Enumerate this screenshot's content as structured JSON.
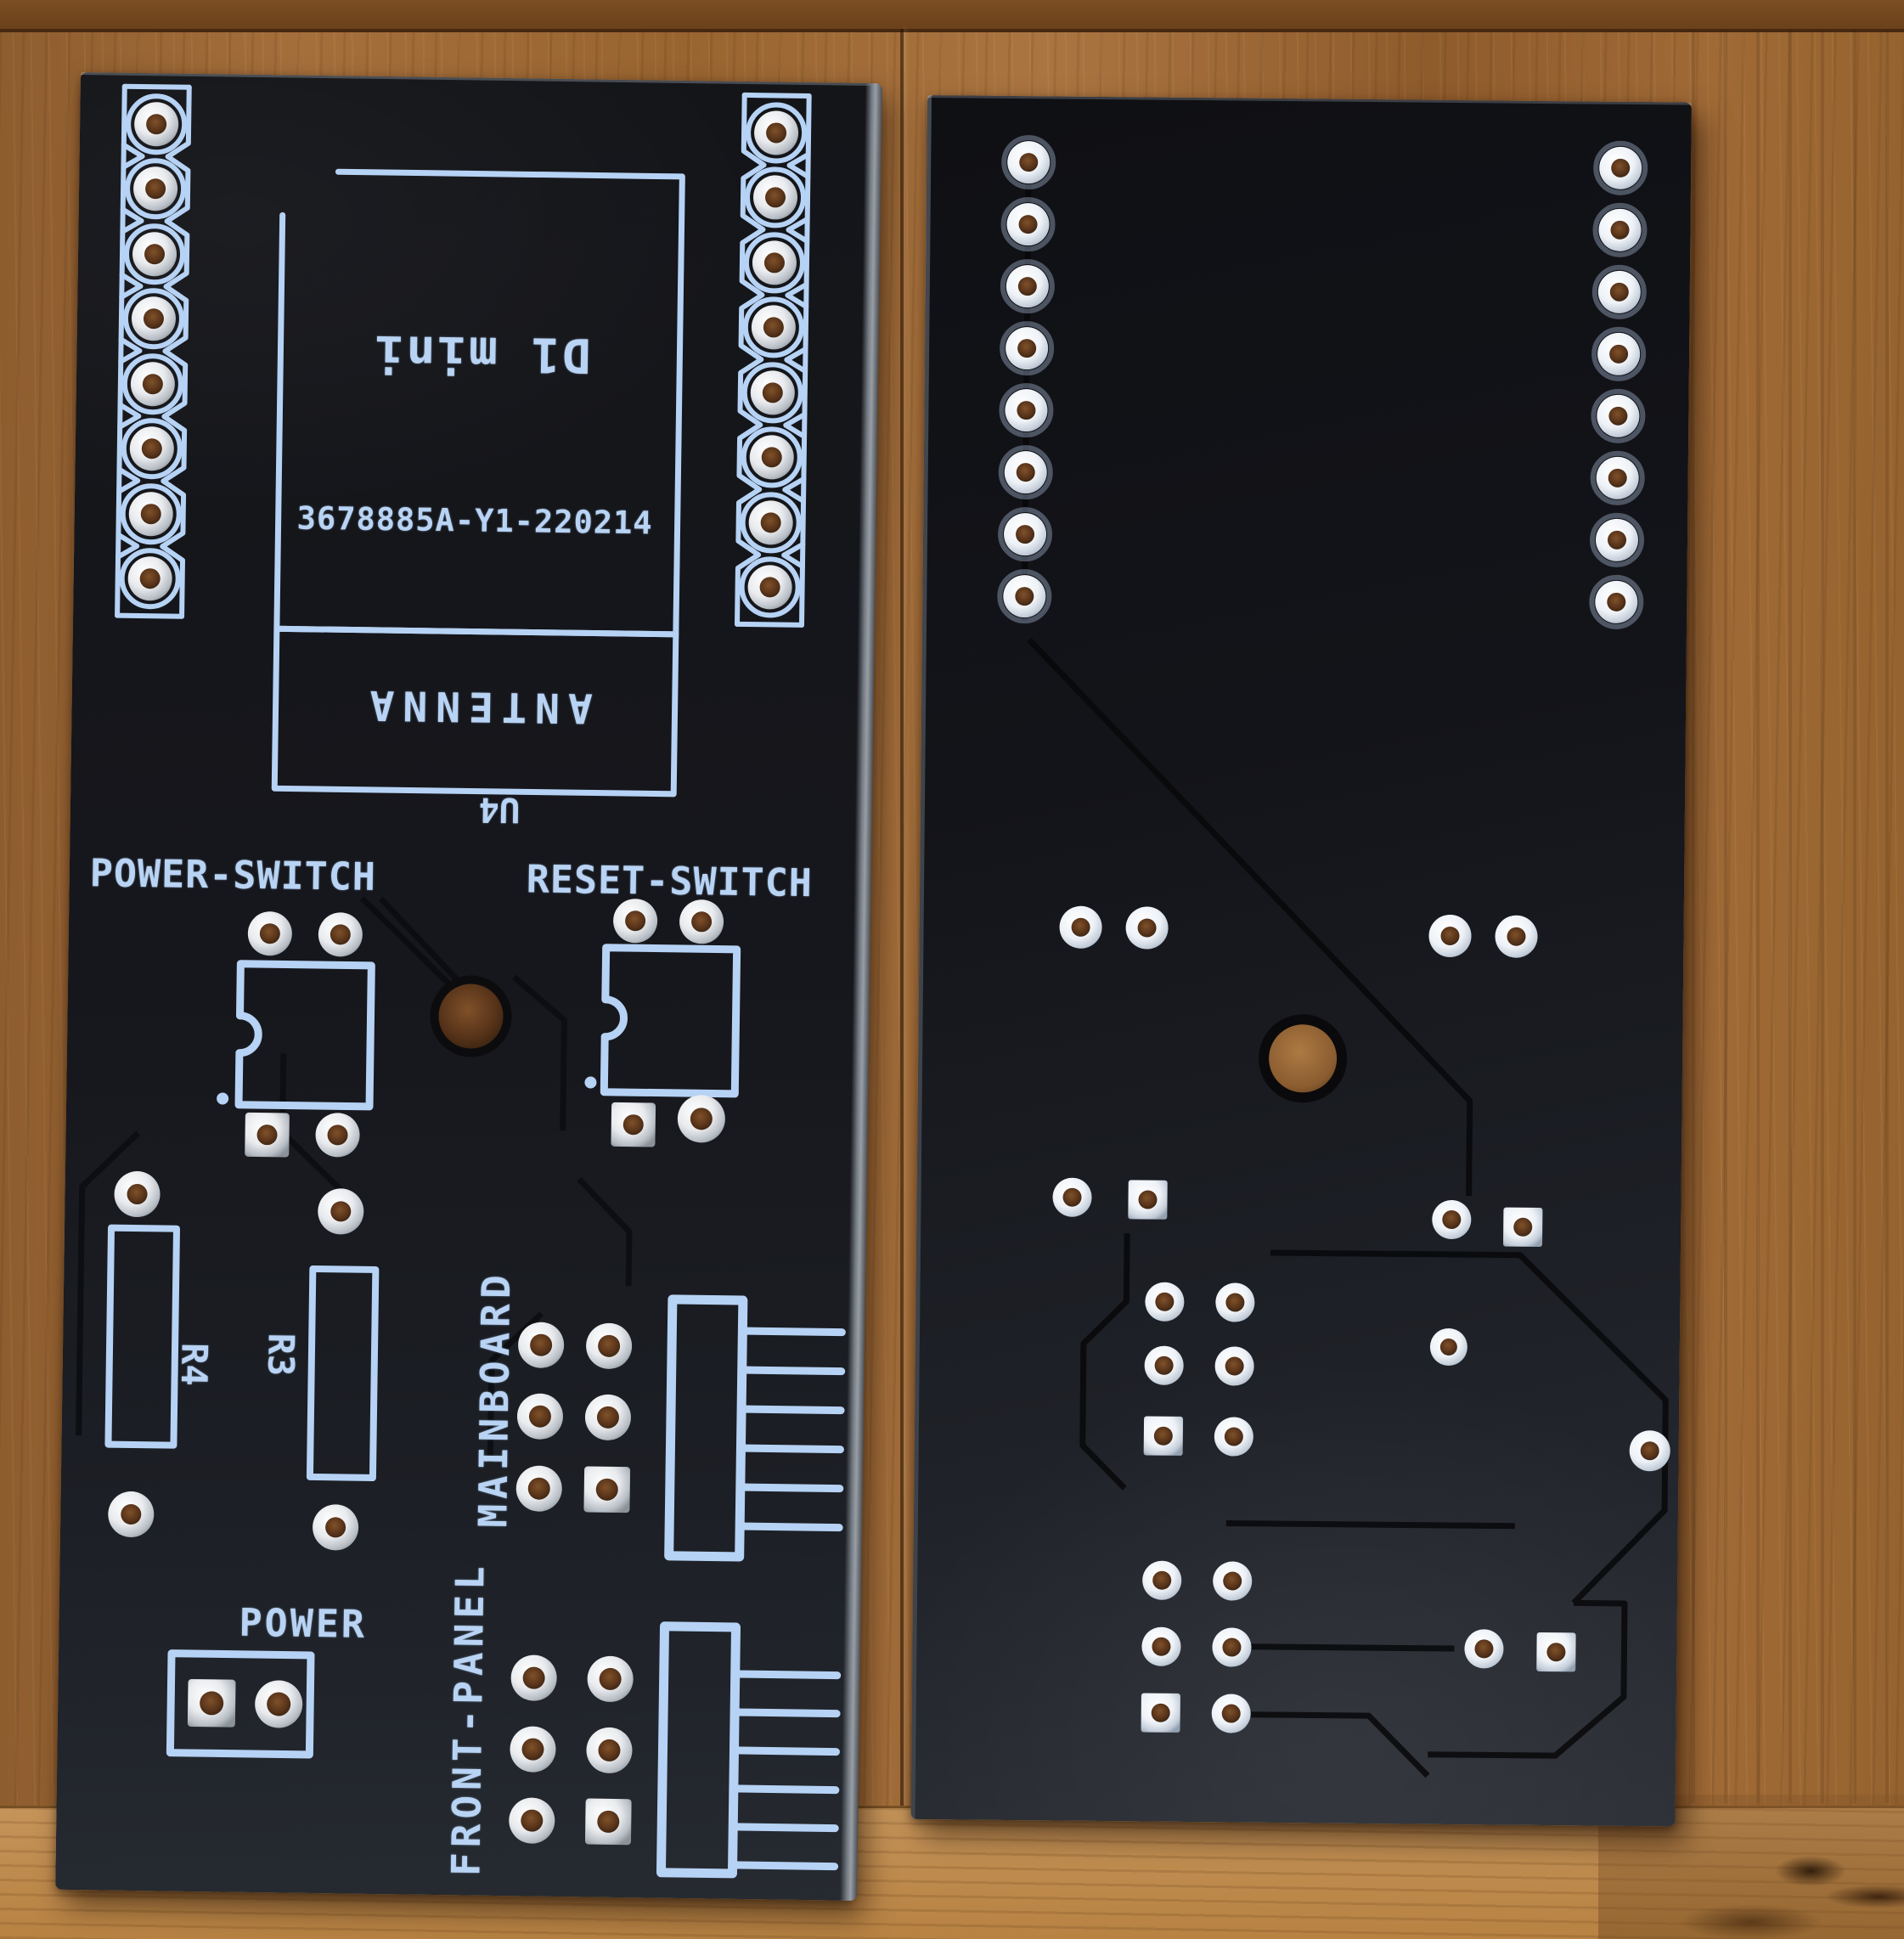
{
  "front_board": {
    "module_footprint_label": "D1 mini",
    "batch_code": "3678885A-Y1-220214",
    "antenna_label": "ANTENNA",
    "module_designator": "U4",
    "power_switch_label": "POWER-SWITCH",
    "reset_switch_label": "RESET-SWITCH",
    "resistor_r4_label": "R4",
    "resistor_r3_label": "R3",
    "mainboard_label": "MAINBOARD",
    "front_panel_label": "FRONT-PANEL",
    "power_label": "POWER"
  },
  "colors": {
    "silkscreen_blue": "#b8d3f3",
    "solder_mask_black": "#141519",
    "pad_silver": "#e8eaec",
    "hole_copper": "#5e3a1f",
    "wood_brown": "#9c6835"
  }
}
